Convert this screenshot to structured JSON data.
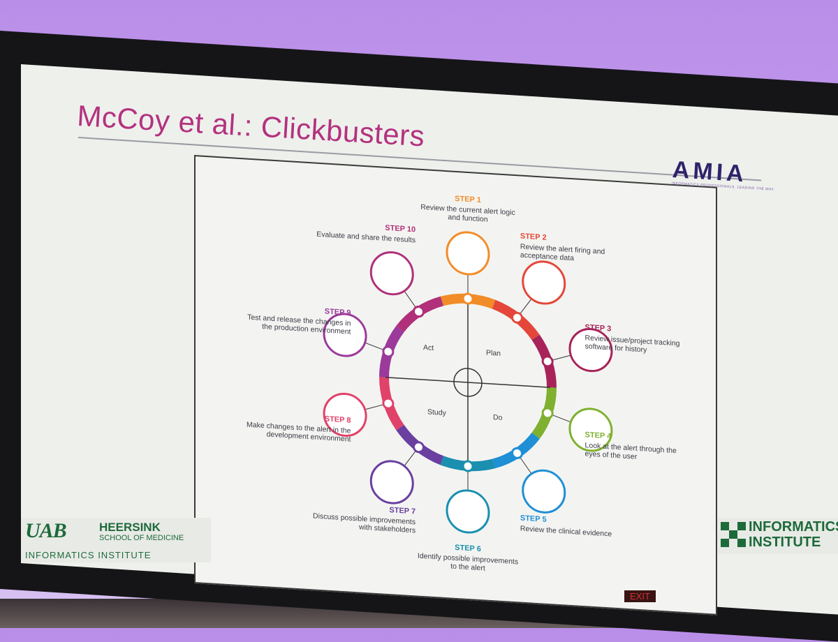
{
  "slide": {
    "title": "McCoy et al.:  Clickbusters",
    "accent_color": "#b3327f"
  },
  "logos": {
    "amia": {
      "name": "AMIA",
      "tagline": "INFORMATICS PROFESSIONALS. LEADING THE WAY."
    },
    "uab": {
      "name": "UAB",
      "school_line1": "HEERSINK",
      "school_line2": "SCHOOL OF MEDICINE",
      "institute": "INFORMATICS INSTITUTE"
    },
    "informatics_institute": {
      "line1": "INFORMATICS",
      "line2": "INSTITUTE"
    }
  },
  "diagram": {
    "quadrants": [
      "Act",
      "Plan",
      "Study",
      "Do"
    ],
    "steps": [
      {
        "label": "STEP 1",
        "text": "Review the current alert logic and function",
        "color": "#f28c28",
        "icon": "document-magnifier-icon"
      },
      {
        "label": "STEP 2",
        "text": "Review the alert firing and acceptance data",
        "color": "#e4473a",
        "icon": "data-report-icon"
      },
      {
        "label": "STEP 3",
        "text": "Review issue/project tracking software for history",
        "color": "#a8235a",
        "icon": "calendar-icon"
      },
      {
        "label": "STEP 4",
        "text": "Look at the alert through the eyes of the user",
        "color": "#7fb030",
        "icon": "glasses-icon"
      },
      {
        "label": "STEP 5",
        "text": "Review the clinical evidence",
        "color": "#1f8fd6",
        "icon": "magnifier-icon"
      },
      {
        "label": "STEP 6",
        "text": "Identify possible improvements to the alert",
        "color": "#1a8fb0",
        "icon": "lightbulb-icon"
      },
      {
        "label": "STEP 7",
        "text": "Discuss possible improvements with stakeholders",
        "color": "#6a3fa0",
        "icon": "chat-bubbles-icon"
      },
      {
        "label": "STEP 8",
        "text": "Make changes to the alert in the development environment",
        "color": "#e0426a",
        "icon": "tools-icon"
      },
      {
        "label": "STEP 9",
        "text": "Test and release the changes in the production environment",
        "color": "#9b3a9b",
        "icon": "graduation-cap-icon"
      },
      {
        "label": "STEP 10",
        "text": "Evaluate and share the results",
        "color": "#b0307a",
        "icon": "bar-chart-icon"
      }
    ]
  },
  "room": {
    "exit_sign": "EXIT"
  }
}
